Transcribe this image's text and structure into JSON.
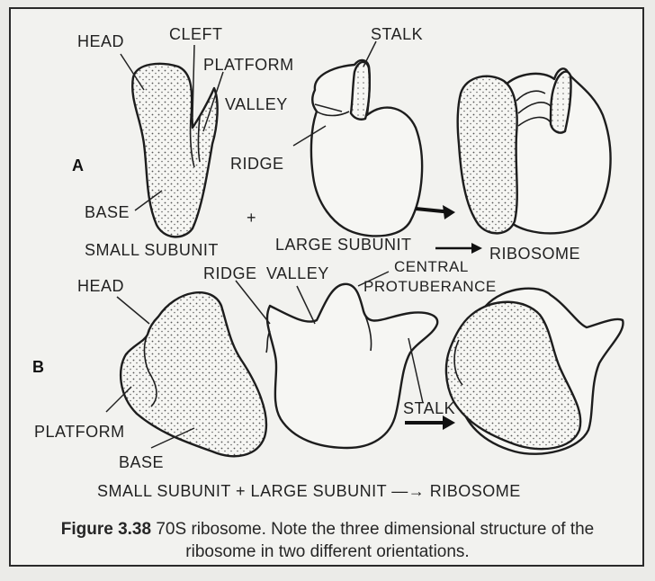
{
  "labels": {
    "head": "HEAD",
    "cleft": "CLEFT",
    "platform": "PLATFORM",
    "stalk": "STALK",
    "valley": "VALLEY",
    "valley_upper": "VALLEY",
    "ridge": "RIDGE",
    "base": "BASE",
    "plus": "+",
    "central": "CENTRAL",
    "protuberance": "PROTUBERANCE"
  },
  "panels": {
    "a": "A",
    "b": "B"
  },
  "row_a": {
    "small": "SMALL SUBUNIT",
    "large": "LARGE SUBUNIT",
    "ribosome": "RIBOSOME"
  },
  "row_b_equation": "SMALL SUBUNIT + LARGE SUBUNIT —→ RIBOSOME",
  "caption": {
    "number": "Figure 3.38",
    "text": "70S ribosome. Note the three dimensional structure  of the ribosome in two different orientations."
  }
}
